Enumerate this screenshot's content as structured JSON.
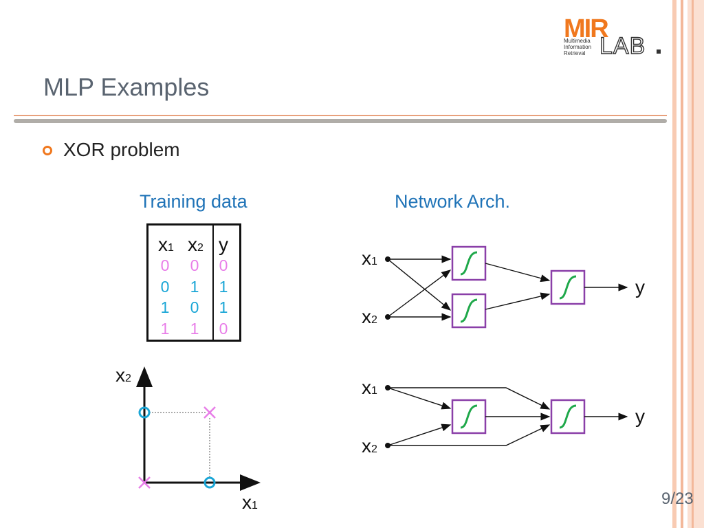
{
  "slide": {
    "title": "MLP Examples",
    "bullet": "XOR problem",
    "page_number": "9/23"
  },
  "logo": {
    "mark": "MIR",
    "lab": "LAB",
    "subtitle_lines": [
      "Multimedia",
      "Information",
      "Retrieval"
    ],
    "accent_color": "#f0781e"
  },
  "training": {
    "heading": "Training data",
    "columns": [
      {
        "var": "x",
        "sub": "1"
      },
      {
        "var": "x",
        "sub": "2"
      },
      {
        "var": "y",
        "sub": ""
      }
    ],
    "rows": [
      {
        "x1": "0",
        "x2": "0",
        "y": "0",
        "color": "magenta"
      },
      {
        "x1": "0",
        "x2": "1",
        "y": "1",
        "color": "cyan"
      },
      {
        "x1": "1",
        "x2": "0",
        "y": "1",
        "color": "cyan"
      },
      {
        "x1": "1",
        "x2": "1",
        "y": "0",
        "color": "magenta"
      }
    ],
    "colors": {
      "magenta": "#e87de8",
      "cyan": "#1aa6d6"
    }
  },
  "plot": {
    "x_label": {
      "var": "x",
      "sub": "1"
    },
    "y_label": {
      "var": "x",
      "sub": "2"
    }
  },
  "network": {
    "heading": "Network Arch.",
    "input1": {
      "var": "x",
      "sub": "1"
    },
    "input2": {
      "var": "x",
      "sub": "2"
    },
    "output": "y",
    "neuron_border_color": "#8a3fa8",
    "sigmoid_color": "#1fa84a"
  }
}
